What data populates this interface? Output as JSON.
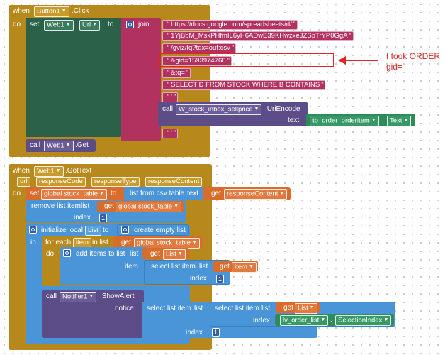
{
  "event1": {
    "when": "when",
    "component": "Button1",
    "event": ".Click",
    "do": "do",
    "set": "set",
    "web_component": "Web1",
    "property": "Url",
    "to": "to",
    "join": "join",
    "strings": [
      "https://docs.google.com/spreadsheets/d/",
      "1YjBbM_MskPHfmIL6yH6ADwE39KHwzxeJZSpTrYP0GgA",
      "/gviz/tq?tqx=out:csv",
      "&gid=1593974766",
      "&tq=",
      "SELECT D FROM STOCK WHERE B CONTAINS",
      "'"
    ],
    "uri_call": "call",
    "uri_component": "W_stock_inbox_sellprice",
    "uri_method": ".UriEncode",
    "uri_text_label": "text",
    "uri_text_component": "tb_order_orderitem",
    "uri_text_prop": "Text",
    "last_string": "'",
    "call": "call",
    "get_component": "Web1",
    "get_method": ".Get"
  },
  "annotation": {
    "line1": "I took ORDER",
    "line2": "gid="
  },
  "event2": {
    "when": "when",
    "component": "Web1",
    "event": ".GotText",
    "params": [
      "url",
      "responseCode",
      "responseType",
      "responseContent"
    ],
    "do": "do",
    "set": "set",
    "set_var": "global stock_table",
    "to": "to",
    "list_from_csv": "list from csv table",
    "text_label": "text",
    "get": "get",
    "get_var": "responseContent",
    "remove": "remove list item",
    "list_label": "list",
    "remove_get_var": "global stock_table",
    "index_label": "index",
    "remove_index": "1",
    "init_local": "initialize local",
    "local_name": "List",
    "init_to": "to",
    "create_empty": "create empty list",
    "in": "in",
    "for_each": "for each",
    "item_name": "item",
    "in_list": "in list",
    "foreach_get_var": "global stock_table",
    "do_inner": "do",
    "add_items": "add items to list",
    "add_list_label": "list",
    "add_get_var": "List",
    "item_label": "item",
    "select_item": "select list item",
    "select_list_label": "list",
    "select_get_var": "item",
    "select_index_label": "index",
    "select_index": "1",
    "notifier_call": "call",
    "notifier_component": "Notifier1",
    "notifier_method": ".ShowAlert",
    "notice_label": "notice",
    "outer_select": "select list item",
    "outer_list_label": "list",
    "inner_select": "select list item",
    "inner_list_label": "list",
    "inner_get_var": "List",
    "inner_index_label": "index",
    "inner_index_component": "lv_order_list",
    "inner_index_prop": "SelectionIndex",
    "outer_index_label": "index",
    "outer_index": "1"
  },
  "colors": {
    "control": "#b7891d",
    "procedure": "#5c4d88",
    "text": "#b2325f",
    "variable": "#d96b2b",
    "list": "#4a95d8",
    "component": "#2e8c5a",
    "annotation": "#d32626"
  }
}
